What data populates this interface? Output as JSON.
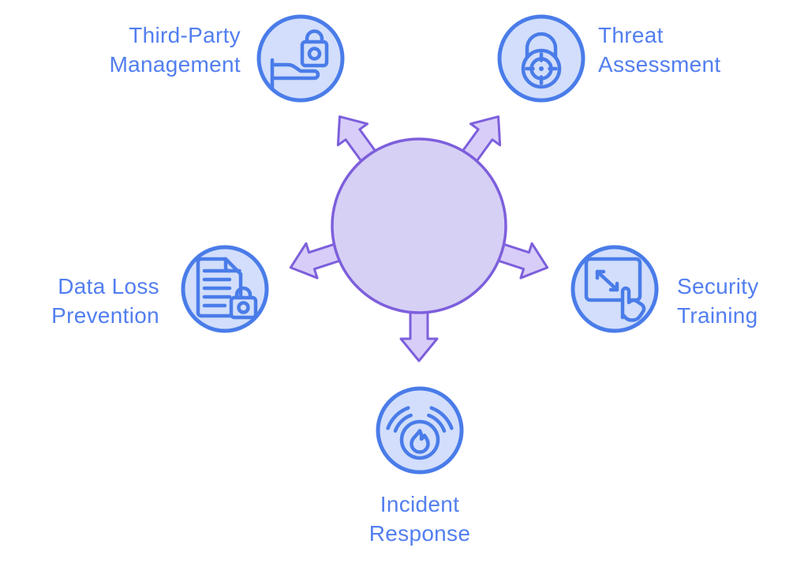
{
  "diagram": {
    "type": "radial-hub-spoke",
    "hub": {
      "shape": "circle",
      "label": ""
    },
    "arrow_angles_deg": [
      18,
      90,
      162,
      234,
      306
    ],
    "nodes": [
      {
        "id": "third-party-management",
        "line1": "Third-Party",
        "line2": "Management",
        "icon": "lock-handover-icon",
        "position": "top-left"
      },
      {
        "id": "threat-assessment",
        "line1": "Threat",
        "line2": "Assessment",
        "icon": "target-padlock-icon",
        "position": "top-right"
      },
      {
        "id": "data-loss-prevention",
        "line1": "Data Loss",
        "line2": "Prevention",
        "icon": "secure-document-icon",
        "position": "middle-left"
      },
      {
        "id": "security-training",
        "line1": "Security",
        "line2": "Training",
        "icon": "touchscreen-training-icon",
        "position": "middle-right"
      },
      {
        "id": "incident-response",
        "line1": "Incident",
        "line2": "Response",
        "icon": "fire-alarm-icon",
        "position": "bottom"
      }
    ]
  },
  "colors": {
    "background": "#ffffff",
    "label_text": "#527ef0",
    "icon_stroke": "#4a7ce9",
    "icon_fill": "#d2defb",
    "hub_fill": "#d6d0f5",
    "hub_stroke": "#7d5fdc",
    "arrow_fill": "#d8cdf8"
  }
}
